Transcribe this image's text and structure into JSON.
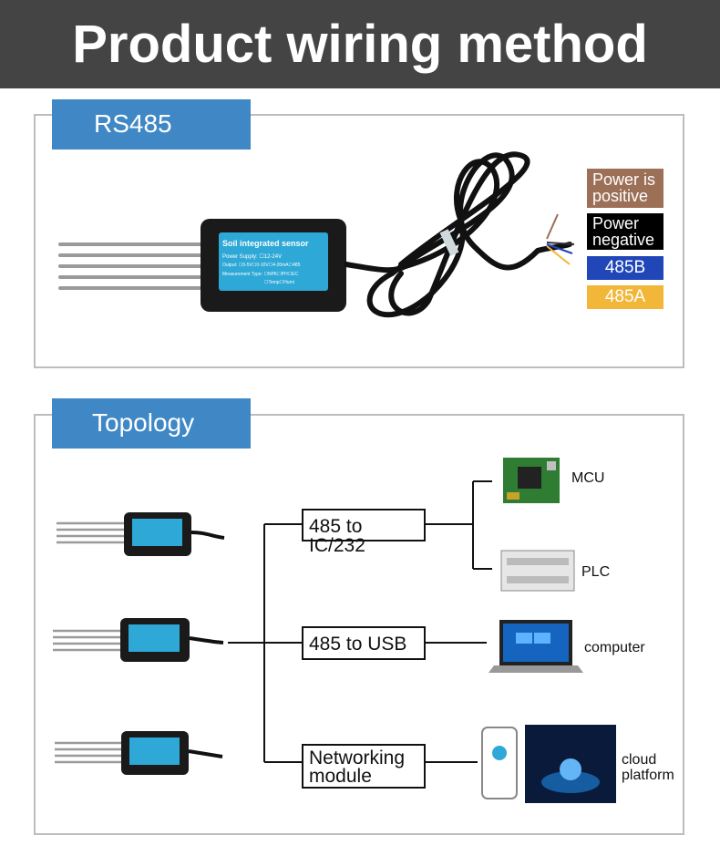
{
  "header": {
    "title": "Product wiring method"
  },
  "rs485": {
    "tab": "RS485",
    "sensor": {
      "title": "Soil integrated sensor",
      "power": "Power Supply: ☐12-24V",
      "output": "Output: ☐0-5V☐0-10V☐4-20mA☐485",
      "measure": "Measurement Type: ☐NPK☐PH☐EC",
      "measure2": "☐Temp☐Humi"
    },
    "wires": [
      {
        "label": "Power is positive",
        "color": "#9c6f57"
      },
      {
        "label": "Power negative",
        "color": "#000000"
      },
      {
        "label": "485B",
        "color": "#2046b8"
      },
      {
        "label": "485A",
        "color": "#f2b738"
      }
    ]
  },
  "topology": {
    "tab": "Topology",
    "converters": [
      "485 to IC/232",
      "485 to USB",
      "Networking module"
    ],
    "devices": [
      "MCU",
      "PLC",
      "computer",
      "cloud platform"
    ]
  },
  "colors": {
    "tab": "#3f88c5",
    "header": "#444444",
    "sensor_label": "#2ea8d6"
  }
}
